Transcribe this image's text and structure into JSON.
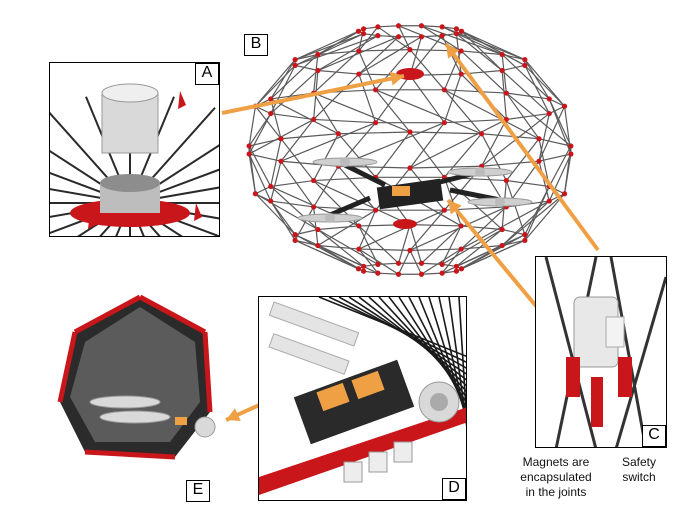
{
  "panel_labels": {
    "a": "A",
    "b": "B",
    "c": "C",
    "d": "D",
    "e": "E"
  },
  "captions": {
    "magnets": [
      "Magnets are",
      "encapsulated",
      "in the joints"
    ],
    "safety": [
      "Safety",
      "switch"
    ]
  },
  "colors": {
    "frame": "#5a5a5a",
    "joint": "#c8161b",
    "arrow": "#f0a044",
    "grey_part": "#cfcfcf",
    "dark_part": "#222222"
  }
}
